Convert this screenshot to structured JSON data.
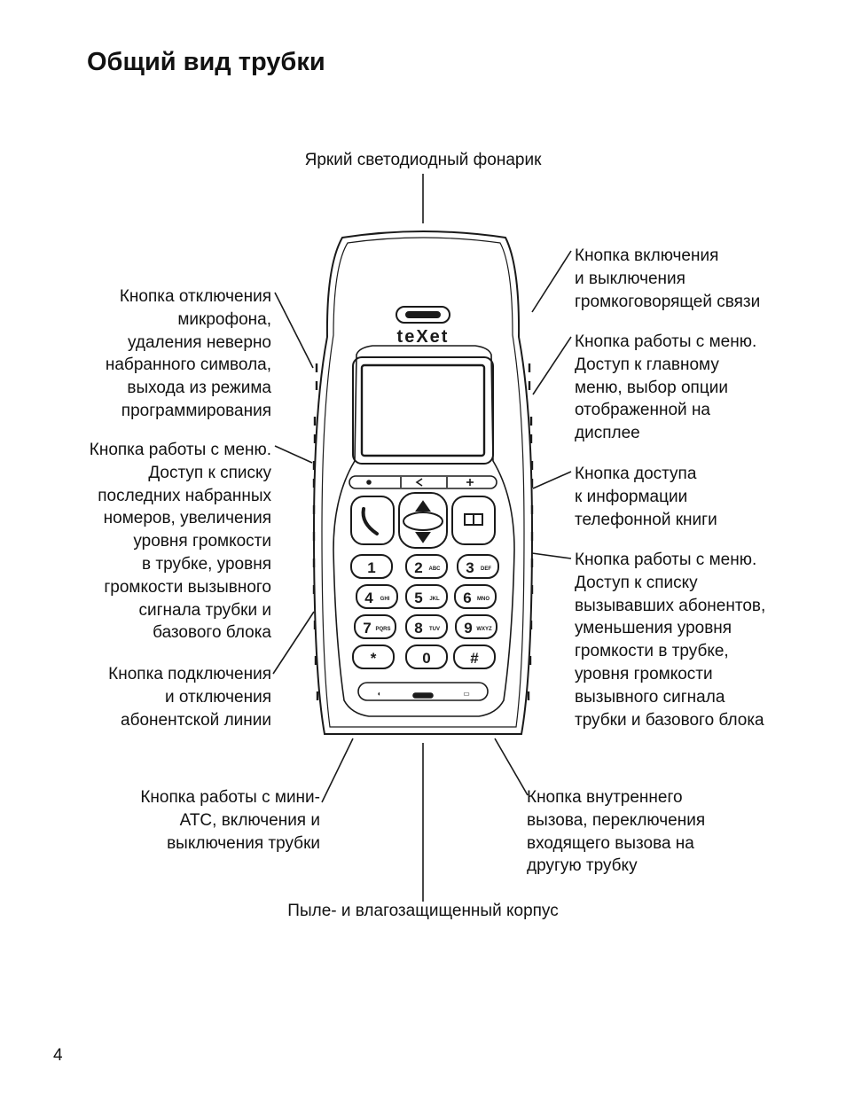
{
  "title": "Общий вид трубки",
  "page_number": "4",
  "brand": "teXet",
  "callouts": {
    "flashlight": [
      "Яркий светодиодный фонарик"
    ],
    "mute": [
      "Кнопка отключения",
      "микрофона,",
      "удаления неверно",
      "набранного  символа,",
      "выхода из режима",
      "программирования"
    ],
    "menu_left": [
      "Кнопка работы с меню.",
      "Доступ к списку",
      "последних набранных",
      "номеров, увеличения",
      "уровня громкости",
      "в трубке, уровня",
      "громкости вызывного",
      "сигнала трубки и",
      "базового блока"
    ],
    "line": [
      "Кнопка подключения",
      "и отключения",
      "абонентской линии"
    ],
    "speaker": [
      "Кнопка включения",
      "и выключения",
      "громкоговорящей связи"
    ],
    "menu_main": [
      "Кнопка работы с меню.",
      "Доступ к главному",
      "меню, выбор опции",
      "отображенной на",
      "дисплее"
    ],
    "phonebook": [
      "Кнопка доступа",
      "к информации",
      "телефонной книги"
    ],
    "menu_right": [
      "Кнопка работы с меню.",
      "Доступ к списку",
      "вызывавших абонентов,",
      "уменьшения уровня",
      "громкости в трубке,",
      "уровня громкости",
      "вызывного сигнала",
      "трубки и базового блока"
    ],
    "pbx": [
      "Кнопка работы с мини-",
      "АТС, включения и",
      "выключения трубки"
    ],
    "internal": [
      "Кнопка внутреннего",
      "вызова, переключения",
      "входящего вызова на",
      "другую трубку"
    ],
    "housing": [
      "Пыле- и влагозащищенный корпус"
    ]
  },
  "keypad": {
    "keys": [
      {
        "digit": "1",
        "sub": ""
      },
      {
        "digit": "2",
        "sub": "ABC"
      },
      {
        "digit": "3",
        "sub": "DEF"
      },
      {
        "digit": "4",
        "sub": "GHI"
      },
      {
        "digit": "5",
        "sub": "JKL"
      },
      {
        "digit": "6",
        "sub": "MNO"
      },
      {
        "digit": "7",
        "sub": "PQRS"
      },
      {
        "digit": "8",
        "sub": "TUV"
      },
      {
        "digit": "9",
        "sub": "WXYZ"
      },
      {
        "digit": "*",
        "sub": ""
      },
      {
        "digit": "0",
        "sub": ""
      },
      {
        "digit": "#",
        "sub": ""
      }
    ]
  }
}
